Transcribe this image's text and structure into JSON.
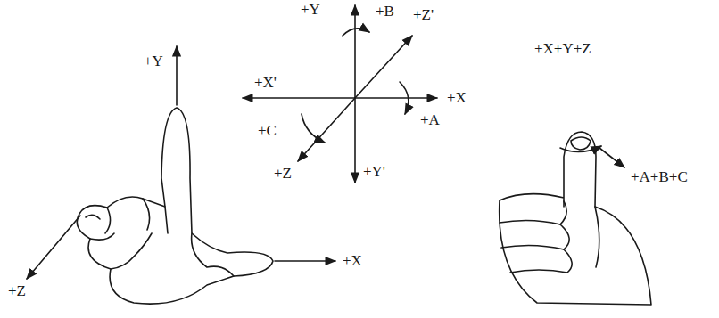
{
  "diagram": {
    "labels": [
      "+Y",
      "+X",
      "+Z",
      "+Y",
      "+B",
      "+Z'",
      "+X'",
      "+X",
      "+C",
      "+A",
      "+Z",
      "+Y'",
      "+X+Y+Z",
      "+A+B+C"
    ]
  }
}
